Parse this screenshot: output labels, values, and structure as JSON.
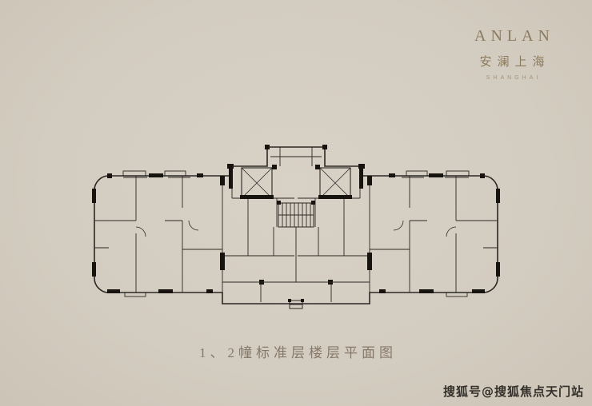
{
  "brand": {
    "name": "ANLAN",
    "chinese": "安澜上海",
    "subtitle": "SHANGHAI"
  },
  "caption": "1、2幢标准层楼层平面图",
  "watermark": "搜狐号@搜狐焦点天门站",
  "colors": {
    "background": "#d3ccc0",
    "plan_line": "#2b2824",
    "plan_wall_fill": "#17140f",
    "brand_text": "#8c7b60",
    "caption_text": "#86796a",
    "watermark_text": "#33302b"
  }
}
